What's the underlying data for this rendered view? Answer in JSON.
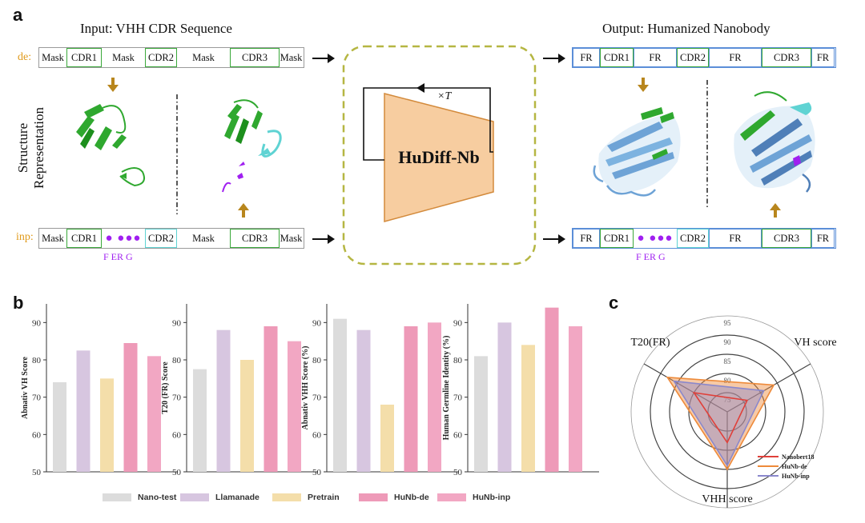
{
  "panel_a": {
    "letter": "a",
    "input_title": "Input: VHH CDR Sequence",
    "output_title": "Output: Humanized Nanobody",
    "structure_label_line1": "Structure",
    "structure_label_line2": "Representation",
    "de_label": "de:",
    "inp_label": "inp:",
    "de_row": [
      "Mask",
      "CDR1",
      "Mask",
      "CDR2",
      "Mask",
      "CDR3",
      "Mask"
    ],
    "inp_row": [
      "Mask",
      "CDR1",
      "●  ●●●",
      "CDR2",
      "Mask",
      "CDR3",
      "Mask"
    ],
    "out_row": [
      "FR",
      "CDR1",
      "FR",
      "CDR2",
      "FR",
      "CDR3",
      "FR"
    ],
    "out_inp_row": [
      "FR",
      "CDR1",
      "●  ●●●",
      "CDR2",
      "FR",
      "CDR3",
      "FR"
    ],
    "mutation_label": "F  ER G",
    "model_name": "HuDiff-Nb",
    "loop_label": "×T",
    "colors": {
      "cdr": "#3aa83a",
      "mask_border": "#9a9a9a",
      "fr": "#5b8ed8",
      "arrow": "#b8861d",
      "model_fill": "#f7cda0",
      "model_stroke": "#d38a3b",
      "dashed_box": "#b5b642"
    }
  },
  "panel_b": {
    "letter": "b",
    "legend": [
      {
        "label": "Nano-test",
        "color": "#dcdcdc"
      },
      {
        "label": "Llamanade",
        "color": "#d7c6e0"
      },
      {
        "label": "Pretrain",
        "color": "#f4deaa"
      },
      {
        "label": "HuNb-de",
        "color": "#ee9ab8"
      },
      {
        "label": "HuNb-inp",
        "color": "#f2a7c3"
      }
    ],
    "y_ticks": [
      "90",
      "80",
      "70",
      "60",
      "50"
    ]
  },
  "panel_c": {
    "letter": "c",
    "axis_labels": [
      "T20(FR)",
      "VH score",
      "VHH score"
    ],
    "ring_ticks": [
      "95",
      "90",
      "85",
      "80",
      "75"
    ],
    "legend": [
      {
        "label": "Nanobert18",
        "color": "#e0403a"
      },
      {
        "label": "HuNb-de",
        "color": "#ee8a3a"
      },
      {
        "label": "HuNb-inp",
        "color": "#8a88cc"
      }
    ]
  },
  "chart_data": [
    {
      "type": "bar",
      "ylabel": "Abnativ VH Score",
      "ylim": [
        50,
        95
      ],
      "categories": [
        "Nano-test",
        "Llamanade",
        "Pretrain",
        "HuNb-de",
        "HuNb-inp"
      ],
      "values": [
        74,
        82.5,
        75,
        84.5,
        81
      ]
    },
    {
      "type": "bar",
      "ylabel": "T20 (FR) Score",
      "ylim": [
        50,
        95
      ],
      "categories": [
        "Nano-test",
        "Llamanade",
        "Pretrain",
        "HuNb-de",
        "HuNb-inp"
      ],
      "values": [
        77.5,
        88,
        80,
        89,
        85
      ]
    },
    {
      "type": "bar",
      "ylabel": "Abnativ VHH Score (%)",
      "ylim": [
        50,
        95
      ],
      "categories": [
        "Nano-test",
        "Llamanade",
        "Pretrain",
        "HuNb-de",
        "HuNb-inp"
      ],
      "values": [
        91,
        88,
        68,
        89,
        90
      ]
    },
    {
      "type": "bar",
      "ylabel": "Human Germline Identity (%)",
      "ylim": [
        50,
        95
      ],
      "categories": [
        "Nano-test",
        "Llamanade",
        "Pretrain",
        "HuNb-de",
        "HuNb-inp"
      ],
      "values": [
        81,
        90,
        84,
        94,
        89
      ]
    },
    {
      "type": "radar",
      "axes": [
        "T20(FR)",
        "VH score",
        "VHH score"
      ],
      "range": [
        70,
        95
      ],
      "series": [
        {
          "name": "Nanobert18",
          "values": [
            80,
            76,
            78
          ]
        },
        {
          "name": "HuNb-de",
          "values": [
            88,
            84,
            85
          ]
        },
        {
          "name": "HuNb-inp",
          "values": [
            86,
            81,
            84
          ]
        }
      ]
    }
  ]
}
